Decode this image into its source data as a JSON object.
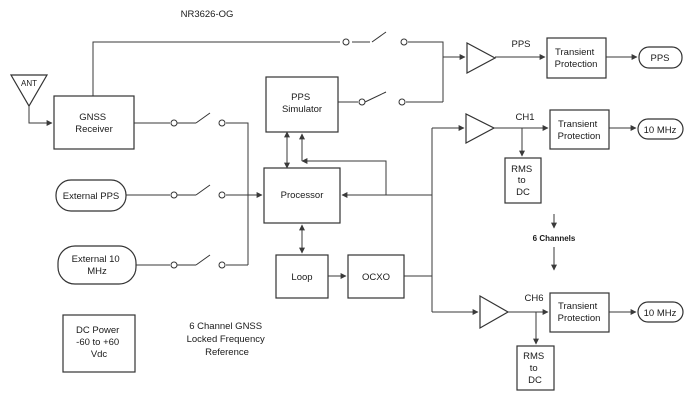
{
  "title": "NR3626-OG",
  "antenna": "ANT",
  "gnss_receiver": [
    "GNSS",
    "Receiver"
  ],
  "external_pps": "External PPS",
  "external_10mhz": [
    "External 10",
    "MHz"
  ],
  "pps_simulator": [
    "PPS",
    "Simulator"
  ],
  "processor": "Processor",
  "loop": "Loop",
  "ocxo": "OCXO",
  "pps_label": "PPS",
  "ch1_label": "CH1",
  "ch6_label": "CH6",
  "transient_protection": [
    "Transient",
    "Protection"
  ],
  "out_pps": "PPS",
  "out_10mhz": "10 MHz",
  "rms_to_dc": [
    "RMS",
    "to",
    "DC"
  ],
  "channels_note": "6 Channels",
  "dc_power": [
    "DC Power",
    "-60 to +60",
    "Vdc"
  ],
  "description": [
    "6 Channel GNSS",
    "Locked Frequency",
    "Reference"
  ],
  "colors": {
    "line": "#3a3a3a",
    "box_stroke": "#333333",
    "text": "#1a1a1a",
    "background": "#ffffff"
  }
}
